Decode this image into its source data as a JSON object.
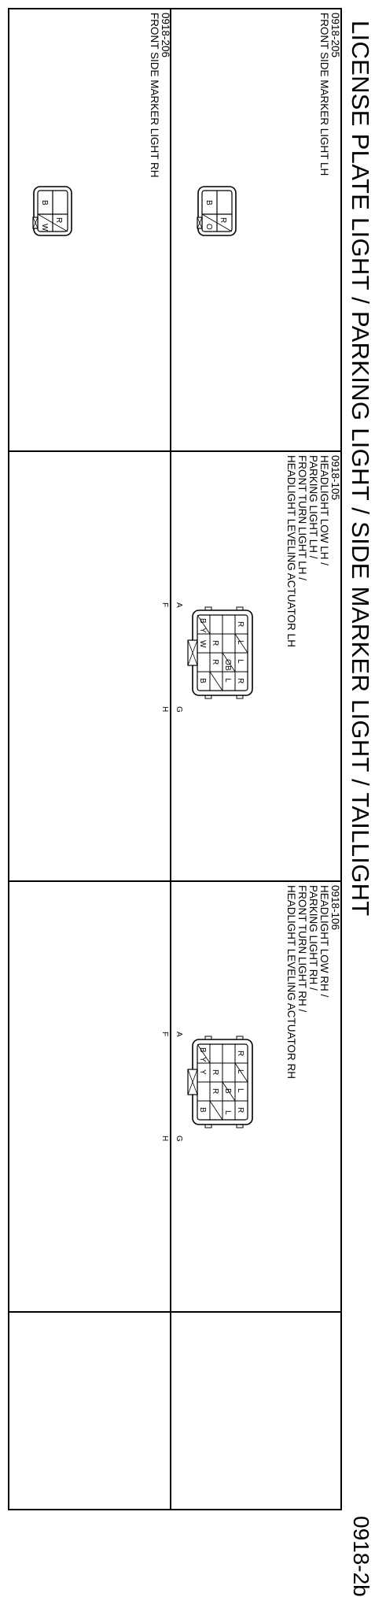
{
  "title": "LICENSE PLATE LIGHT / PARKING LIGHT / SIDE MARKER LIGHT / TAILLIGHT",
  "page_number": "0918-2b",
  "connectors": [
    {
      "code": "0918-205",
      "lines": [
        "FRONT SIDE MARKER LIGHT LH"
      ],
      "pins": [
        "R",
        "O",
        "B"
      ]
    },
    {
      "code": "0918-206",
      "lines": [
        "FRONT SIDE MARKER LIGHT RH"
      ],
      "pins": [
        "R",
        "W",
        "B"
      ]
    },
    {
      "code": "0918-105",
      "lines": [
        "HEADLIGHT LOW LH /",
        "PARKING LIGHT LH /",
        "FRONT TURN LIGHT LH /",
        "HEADLIGHT LEVELING ACTUATOR LH"
      ],
      "markers": [
        "A",
        "F",
        "G",
        "H"
      ],
      "pins": [
        "R",
        "L",
        "L",
        "O",
        "B",
        "R",
        "L",
        "B",
        "Y",
        "R",
        "W",
        "R",
        "B"
      ]
    },
    {
      "code": "0918-106",
      "lines": [
        "HEADLIGHT LOW RH /",
        "PARKING LIGHT RH /",
        "FRONT TURN LIGHT RH /",
        "HEADLIGHT LEVELING ACTUATOR RH"
      ],
      "markers": [
        "A",
        "F",
        "G",
        "H"
      ],
      "pins": [
        "R",
        "L",
        "L",
        "B",
        "R",
        "L",
        "B",
        "Y",
        "R",
        "Y",
        "R",
        "B"
      ]
    }
  ]
}
